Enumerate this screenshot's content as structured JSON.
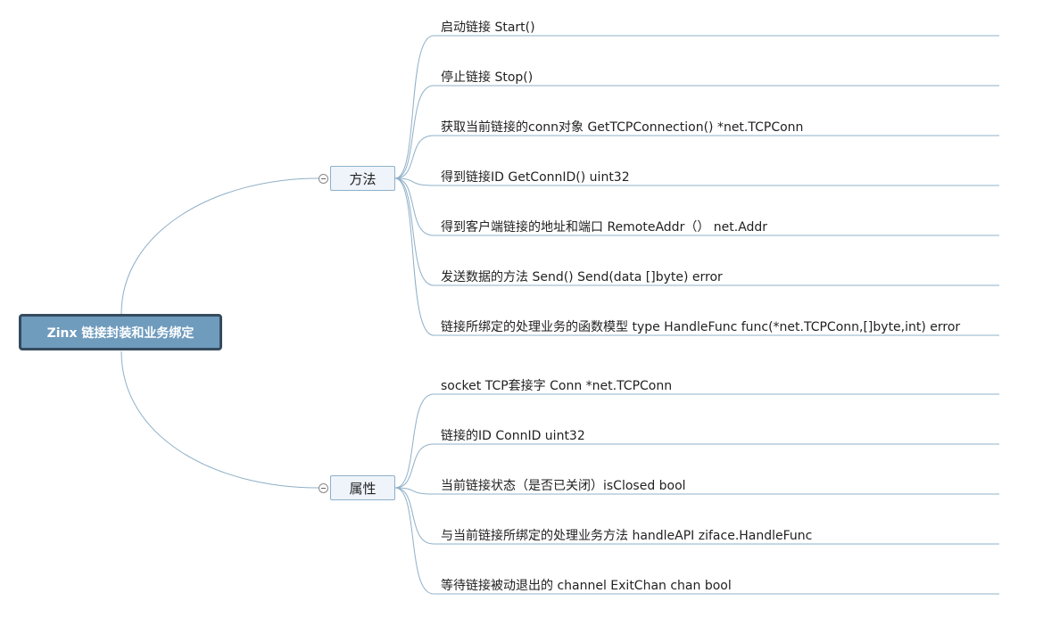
{
  "root": {
    "label": "Zinx 链接封装和业务绑定"
  },
  "branches": [
    {
      "label": "方法",
      "leaves": [
        "启动链接 Start()",
        "停止链接 Stop()",
        "获取当前链接的conn对象 GetTCPConnection() *net.TCPConn",
        "得到链接ID GetConnID() uint32",
        "得到客户端链接的地址和端口 RemoteAddr（）  net.Addr",
        "发送数据的方法 Send() Send(data []byte) error",
        "链接所绑定的处理业务的函数模型 type HandleFunc func(*net.TCPConn,[]byte,int) error"
      ]
    },
    {
      "label": "属性",
      "leaves": [
        "socket TCP套接字 Conn *net.TCPConn",
        "链接的ID ConnID uint32",
        "当前链接状态（是否已关闭）isClosed bool",
        "与当前链接所绑定的处理业务方法 handleAPI ziface.HandleFunc",
        "等待链接被动退出的 channel ExitChan chan bool"
      ]
    }
  ],
  "colors": {
    "edge": "#8fb0c8",
    "root_fill": "#6f9bbd",
    "root_border": "#354b5e",
    "branch_fill": "#eef4fa"
  }
}
